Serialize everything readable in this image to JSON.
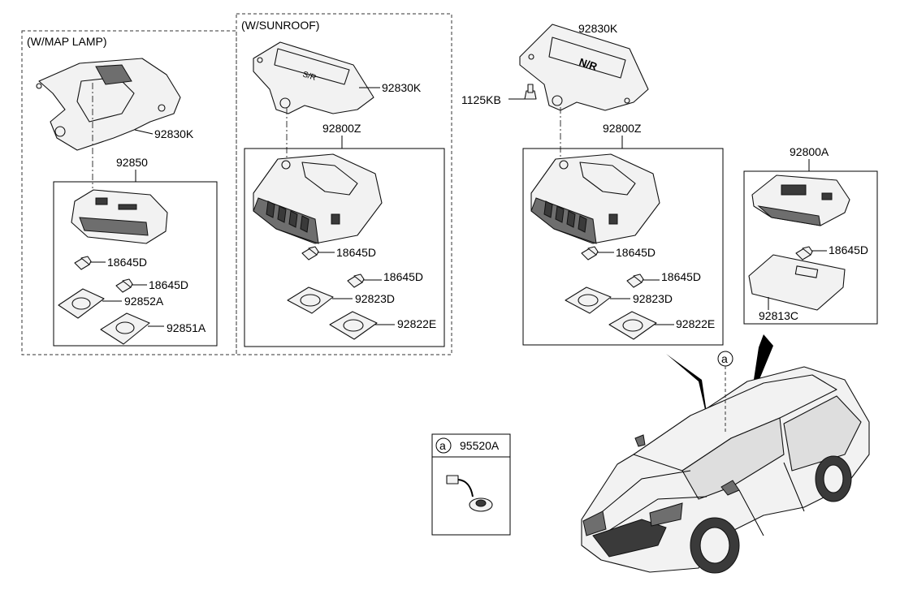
{
  "groups": {
    "map_lamp": "(W/MAP LAMP)",
    "sunroof": "(W/SUNROOF)"
  },
  "labels": {
    "p92830k_a": "92830K",
    "p92850": "92850",
    "p18645d_a": "18645D",
    "p18645d_b": "18645D",
    "p92852a": "92852A",
    "p92851a": "92851A",
    "p92830k_b": "92830K",
    "p92800z_a": "92800Z",
    "p18645d_c": "18645D",
    "p18645d_d": "18645D",
    "p92823d_a": "92823D",
    "p92822e_a": "92822E",
    "p92830k_c": "92830K",
    "p1125kb": "1125KB",
    "p92800z_b": "92800Z",
    "p18645d_e": "18645D",
    "p18645d_f": "18645D",
    "p92823d_b": "92823D",
    "p92822e_b": "92822E",
    "p92800a": "92800A",
    "p18645d_g": "18645D",
    "p92813c": "92813C",
    "callout_a": "a",
    "p95520a": "95520A"
  },
  "plate_marks": {
    "sunroof_plate": "S/R",
    "normal_plate": "N/R"
  }
}
